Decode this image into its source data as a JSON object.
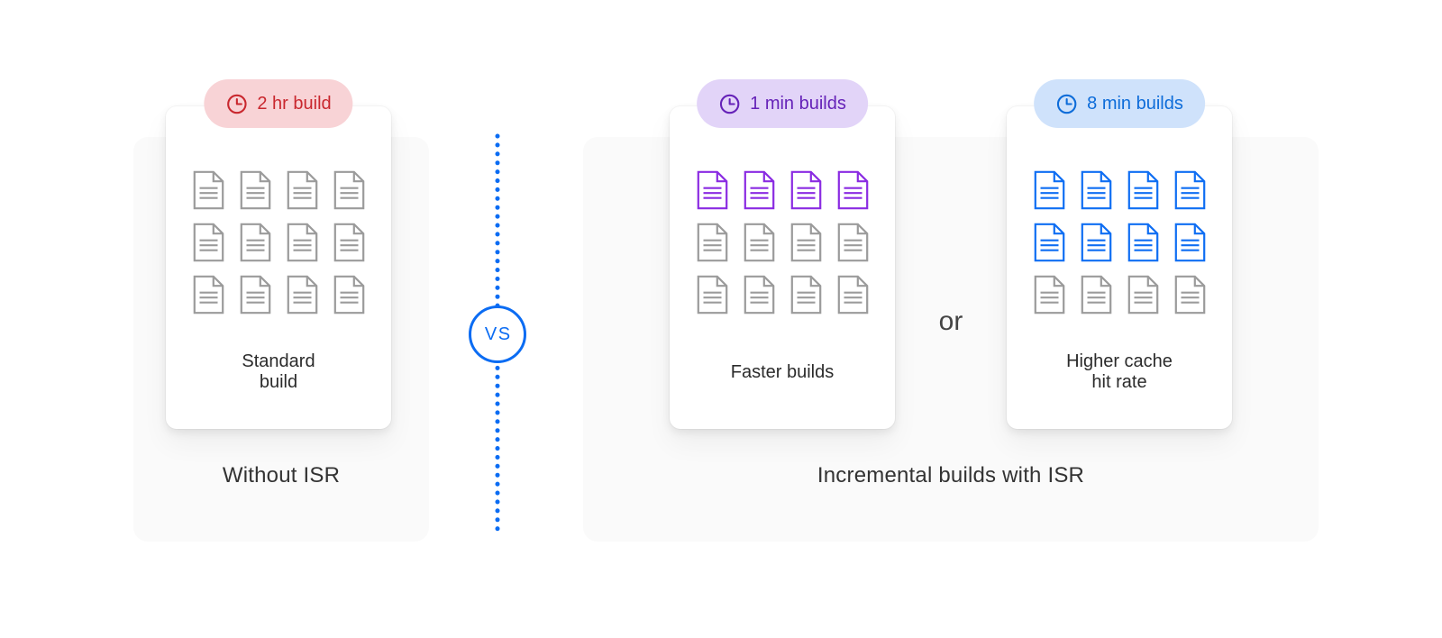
{
  "colors": {
    "accent_blue": "#0b6cf3",
    "panel_bg": "#fafafa",
    "card_bg": "#ffffff",
    "text_dark": "#333333",
    "badge_red_bg": "#f8d3d6",
    "badge_red_fg": "#c9272e",
    "badge_purple_bg": "#e2d4f8",
    "badge_purple_fg": "#6522b8",
    "badge_blue_bg": "#cfe2fb",
    "badge_blue_fg": "#0d6cd9",
    "doc_gray": "#9b9b9b",
    "doc_purple": "#8a2be2",
    "doc_blue": "#0f6ef3"
  },
  "left_section": {
    "label": "Without ISR",
    "card": {
      "badge": {
        "icon": "clock-icon",
        "label": "2 hr build"
      },
      "caption": "Standard\nbuild",
      "doc_icon": "document-icon",
      "docs_per_row": 4,
      "doc_rows": [
        "gray",
        "gray",
        "gray"
      ]
    }
  },
  "divider": {
    "vs_label": "VS"
  },
  "right_section": {
    "label": "Incremental builds with ISR",
    "or_label": "or",
    "cards": [
      {
        "badge": {
          "icon": "clock-icon",
          "label": "1 min builds"
        },
        "caption": "Faster builds",
        "doc_icon": "document-icon",
        "docs_per_row": 4,
        "doc_rows": [
          "purple",
          "gray",
          "gray"
        ]
      },
      {
        "badge": {
          "icon": "clock-icon",
          "label": "8 min builds"
        },
        "caption": "Higher cache\nhit rate",
        "doc_icon": "document-icon",
        "docs_per_row": 4,
        "doc_rows": [
          "blue",
          "blue",
          "gray"
        ]
      }
    ]
  }
}
